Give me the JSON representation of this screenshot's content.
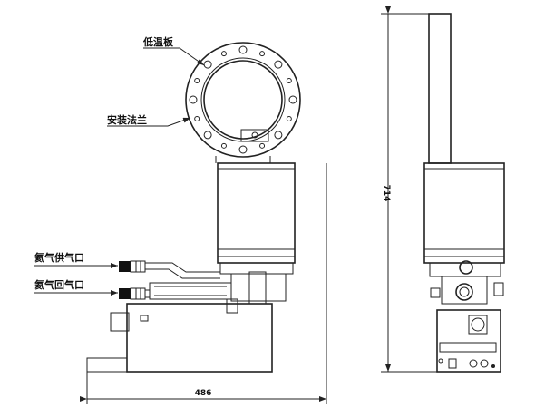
{
  "labels": {
    "cold_plate": "低温板",
    "mounting_flange": "安装法兰",
    "helium_supply_port": "氦气供气口",
    "helium_return_port": "氦气回气口"
  },
  "dimensions": {
    "width": "486",
    "height": "714"
  },
  "flange_bolt_count": 16
}
